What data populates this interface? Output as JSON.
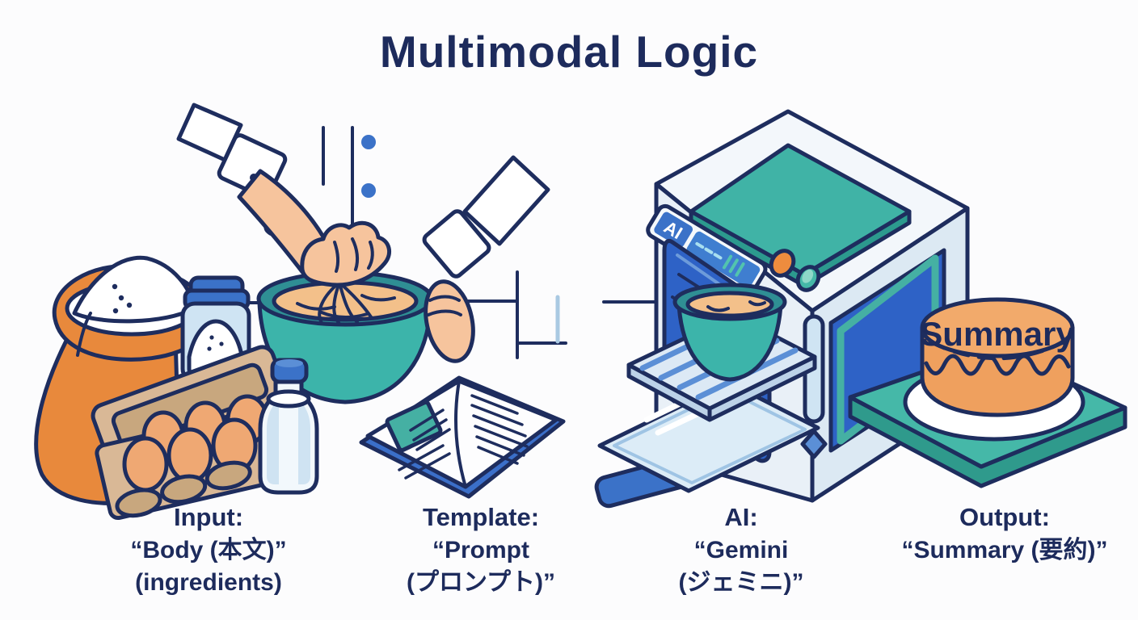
{
  "title": "Multimodal Logic",
  "illustration": {
    "oven_badge": "AI",
    "cake_label": "Summary",
    "figures": [
      "flour-sack",
      "sugar-jar",
      "egg-carton",
      "milk-bottle",
      "chef-hands",
      "whisk",
      "mixing-bowl",
      "recipe-book",
      "connector-lines",
      "ai-oven",
      "oven-rack-bowl",
      "glass-tray",
      "output-platform",
      "cake-on-plate"
    ]
  },
  "captions": [
    {
      "label": "Input:",
      "lines": [
        "“Body (本文)”",
        "(ingredients)"
      ]
    },
    {
      "label": "Template:",
      "lines": [
        "“Prompt",
        "(プロンプト)”"
      ]
    },
    {
      "label": "AI:",
      "lines": [
        "“Gemini",
        "(ジェミニ)”"
      ]
    },
    {
      "label": "Output:",
      "lines": [
        "“Summary (要約)”"
      ]
    }
  ],
  "colors": {
    "outline_navy": "#1e2d5e",
    "text_navy": "#1d2b5c",
    "teal": "#3cb4aa",
    "teal_dark": "#2f8f94",
    "panel_teal": "#40b3a6",
    "blue": "#3b72c8",
    "panel_blue": "#2e62c6",
    "light_blue": "#cfe4f3",
    "orange": "#e8893c",
    "batter_orange": "#f3c08a",
    "cake_orange": "#efa05e",
    "skin": "#f6c49d",
    "carton_tan": "#d9b896",
    "background": "#fcfcfd"
  }
}
